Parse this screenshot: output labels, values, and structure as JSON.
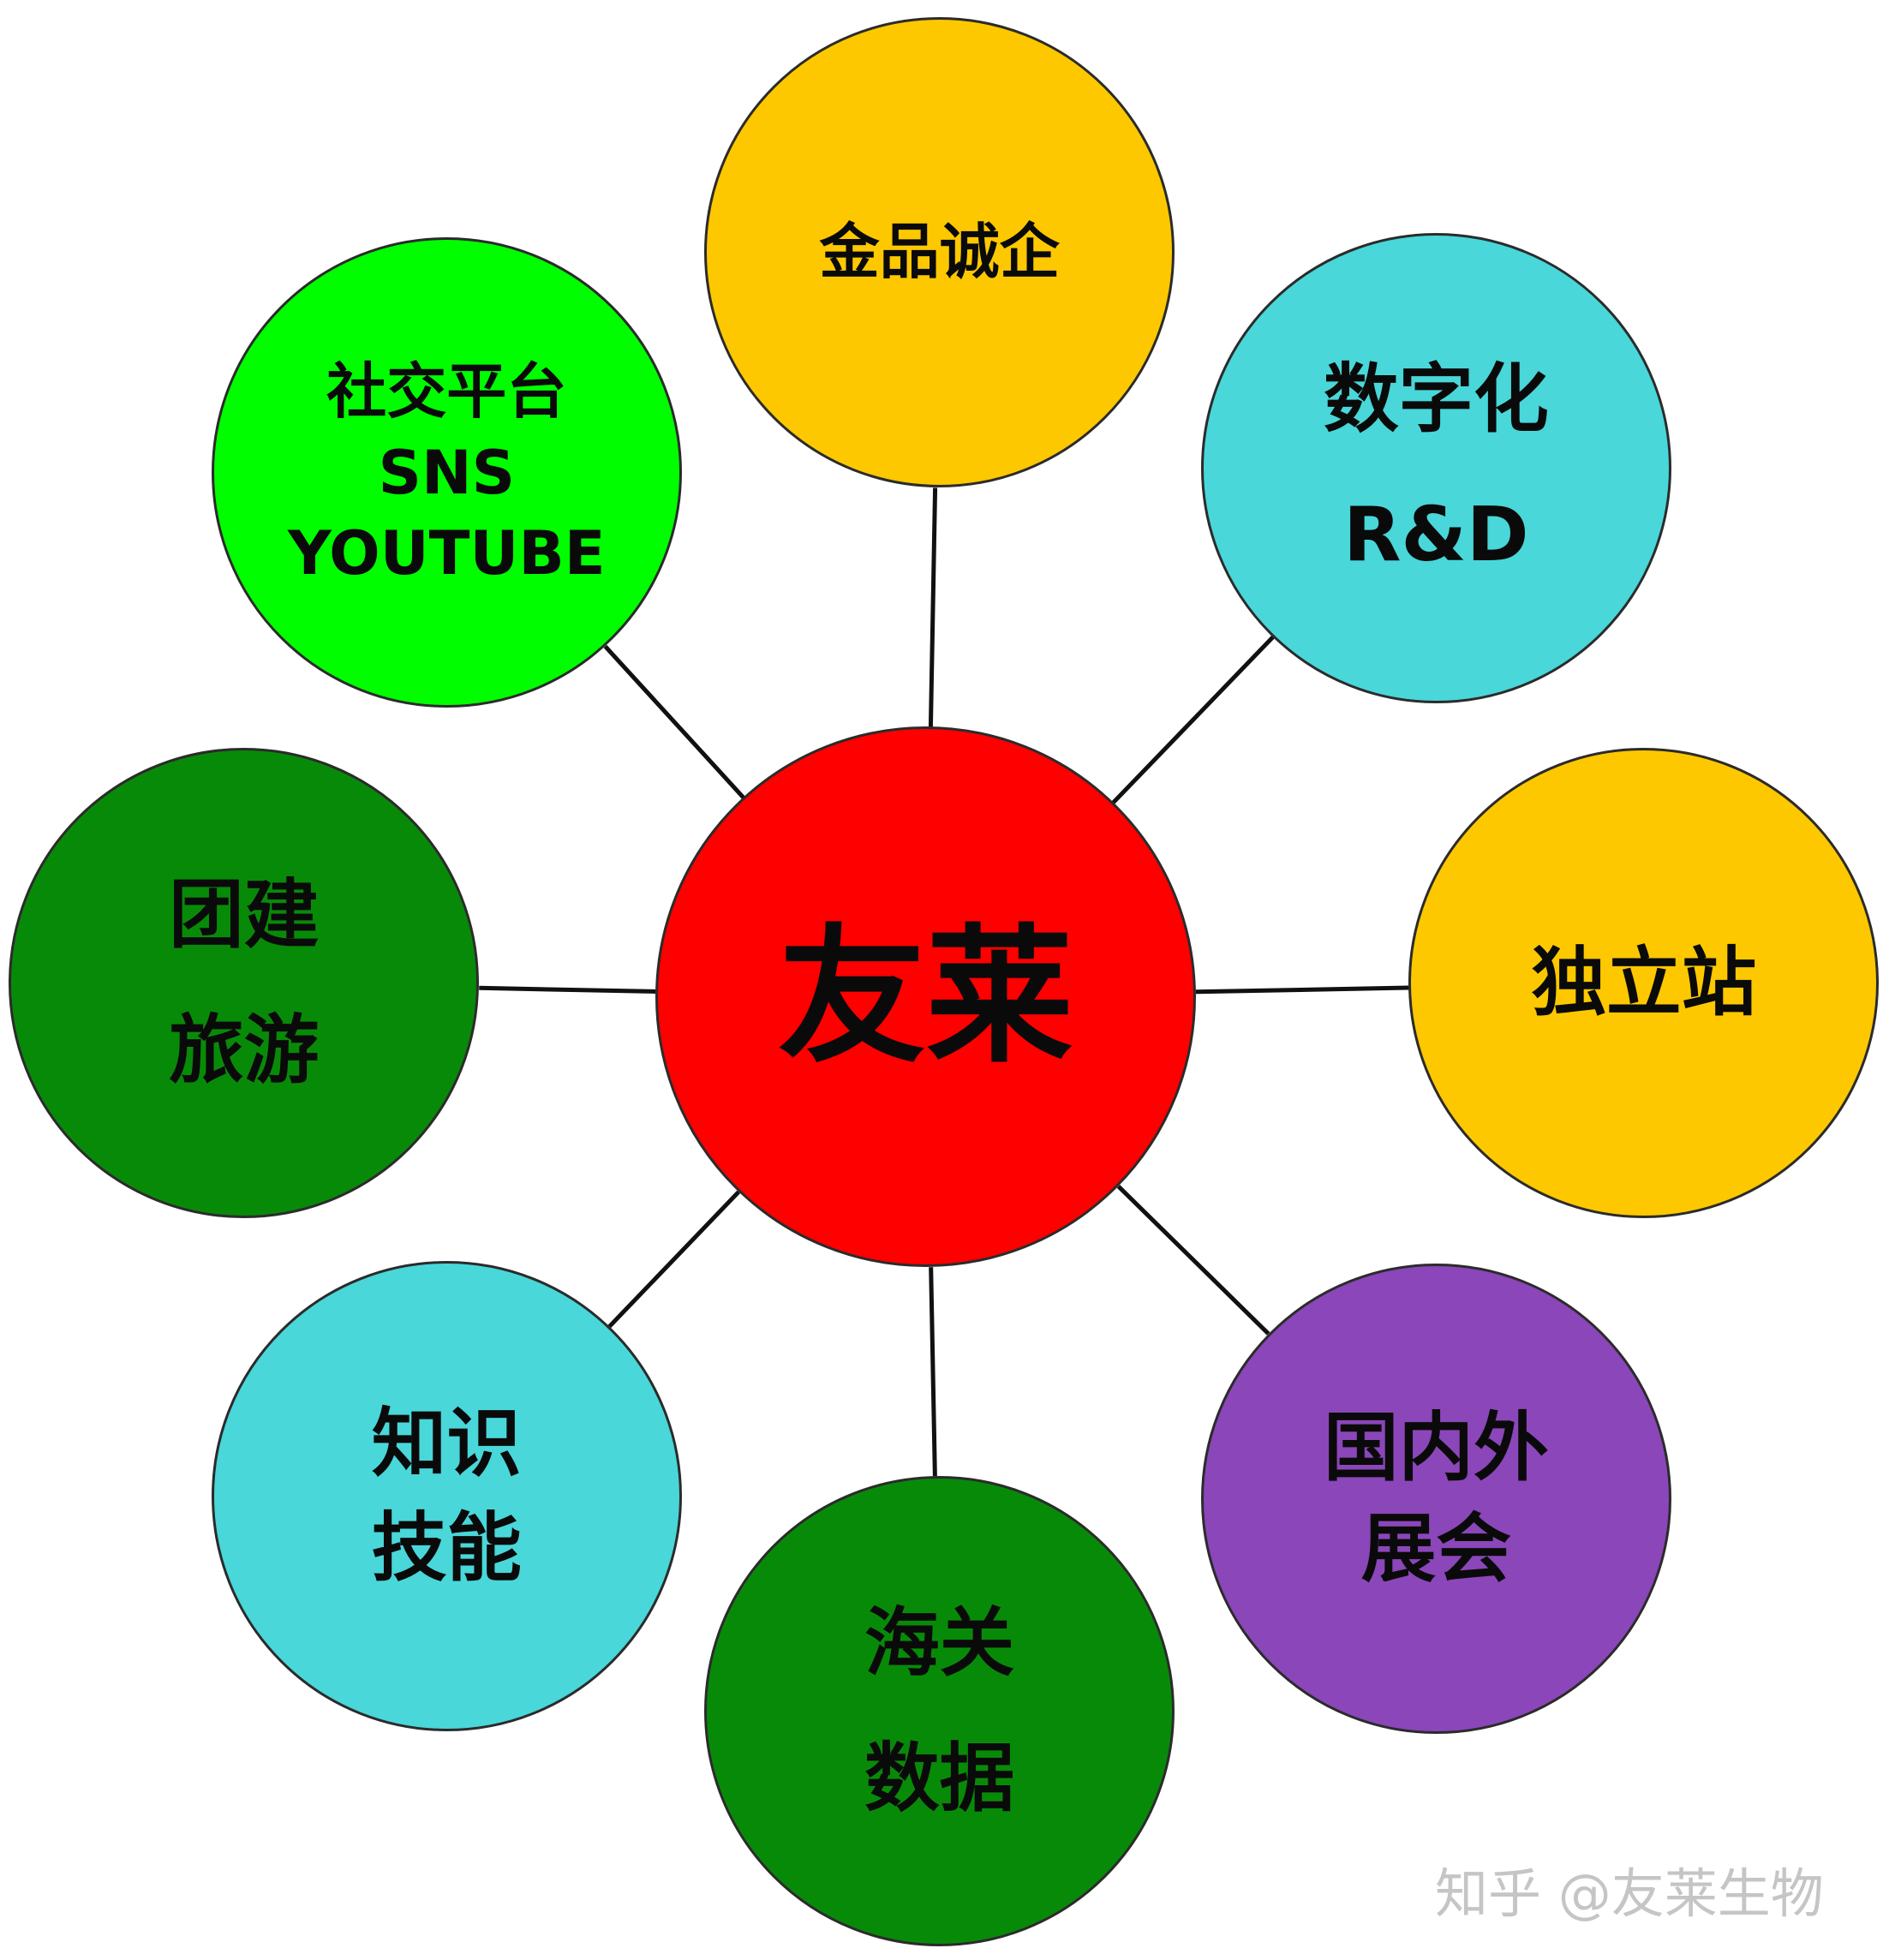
{
  "diagram": {
    "center": {
      "lines": [
        "友莱"
      ],
      "color": "#fe0000"
    },
    "nodes": [
      {
        "id": "jinpin",
        "lines": [
          "金品诚企"
        ],
        "color": "#fec800"
      },
      {
        "id": "shuzihua",
        "lines": [
          "数字化",
          "R&D"
        ],
        "color": "#49d7d9"
      },
      {
        "id": "dulizhan",
        "lines": [
          "独立站"
        ],
        "color": "#fec800"
      },
      {
        "id": "zhanhui",
        "lines": [
          "国内外",
          "展会"
        ],
        "color": "#8b46ba"
      },
      {
        "id": "haiguan",
        "lines": [
          "海关",
          "数据"
        ],
        "color": "#088a09"
      },
      {
        "id": "zhishi",
        "lines": [
          "知识",
          "技能"
        ],
        "color": "#49d7d9"
      },
      {
        "id": "tuanjian",
        "lines": [
          "团建",
          "旅游"
        ],
        "color": "#088a09"
      },
      {
        "id": "shejiao",
        "lines": [
          "社交平台",
          "SNS",
          "YOUTUBE"
        ],
        "color": "#00fe00"
      }
    ]
  },
  "watermark": "知乎 @友莱生物"
}
